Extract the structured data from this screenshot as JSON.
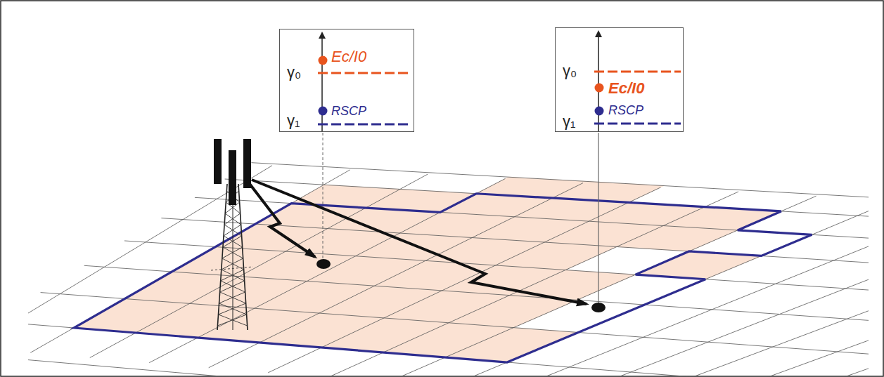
{
  "diagram": {
    "nodes": [
      {
        "text": [
          "Ec/I0",
          "γ₀",
          "RSCP",
          "γ₁"
        ]
      },
      {
        "text": [
          "Ec/I0",
          "γ₀",
          "RSCP",
          "γ₁"
        ]
      }
    ]
  }
}
